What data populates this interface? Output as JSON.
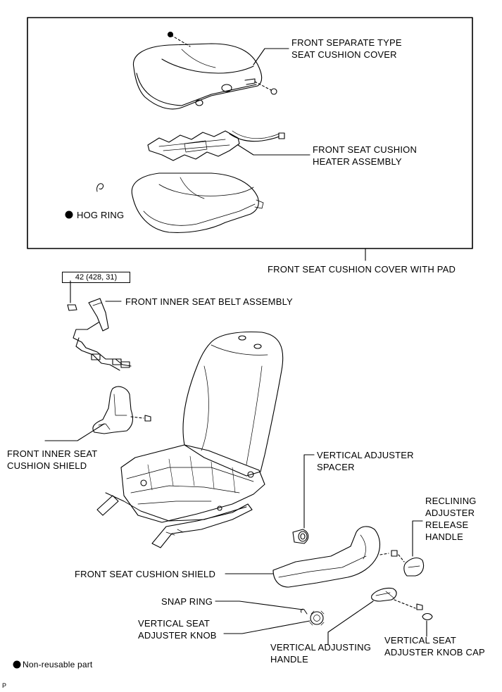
{
  "labels": {
    "cushion_cover": "FRONT SEPARATE TYPE\nSEAT CUSHION COVER",
    "heater": "FRONT SEAT CUSHION\nHEATER ASSEMBLY",
    "hog_ring": "HOG RING",
    "cover_with_pad": "FRONT SEAT CUSHION COVER WITH PAD",
    "torque_spec": "42 (428, 31)",
    "inner_belt": "FRONT INNER SEAT BELT ASSEMBLY",
    "inner_shield": "FRONT INNER SEAT\nCUSHION SHIELD",
    "adj_spacer": "VERTICAL ADJUSTER\nSPACER",
    "reclining_handle": "RECLINING\nADJUSTER\nRELEASE\nHANDLE",
    "cushion_shield": "FRONT SEAT CUSHION SHIELD",
    "snap_ring": "SNAP RING",
    "adjuster_knob": "VERTICAL SEAT\nADJUSTER KNOB",
    "adjusting_handle": "VERTICAL ADJUSTING\nHANDLE",
    "knob_cap": "VERTICAL SEAT\nADJUSTER KNOB CAP",
    "legend": "Non-reusable part",
    "corner_mark": "P"
  }
}
